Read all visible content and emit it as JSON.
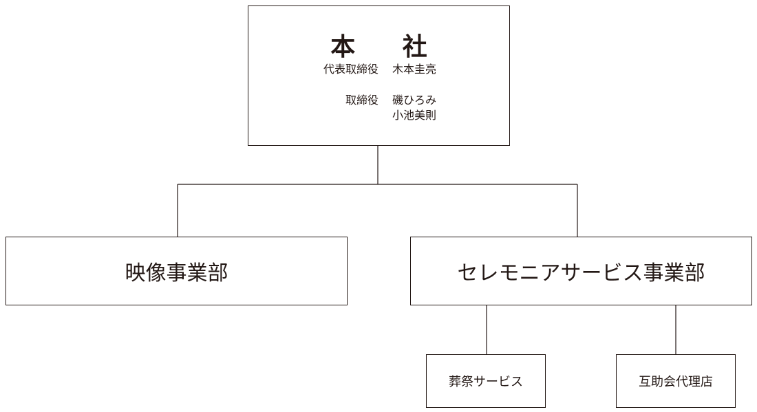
{
  "headquarters": {
    "title": "本 社",
    "roles": [
      {
        "role": "代表取締役",
        "names": [
          "木本圭亮"
        ]
      },
      {
        "role": "取締役",
        "names": [
          "磯ひろみ",
          "小池美則"
        ]
      }
    ]
  },
  "divisions": [
    {
      "label": "映像事業部"
    },
    {
      "label": "セレモニアサービス事業部"
    }
  ],
  "subunits": [
    {
      "label": "葬祭サービス"
    },
    {
      "label": "互助会代理店"
    }
  ],
  "colors": {
    "line": "#231815",
    "background": "#ffffff"
  }
}
